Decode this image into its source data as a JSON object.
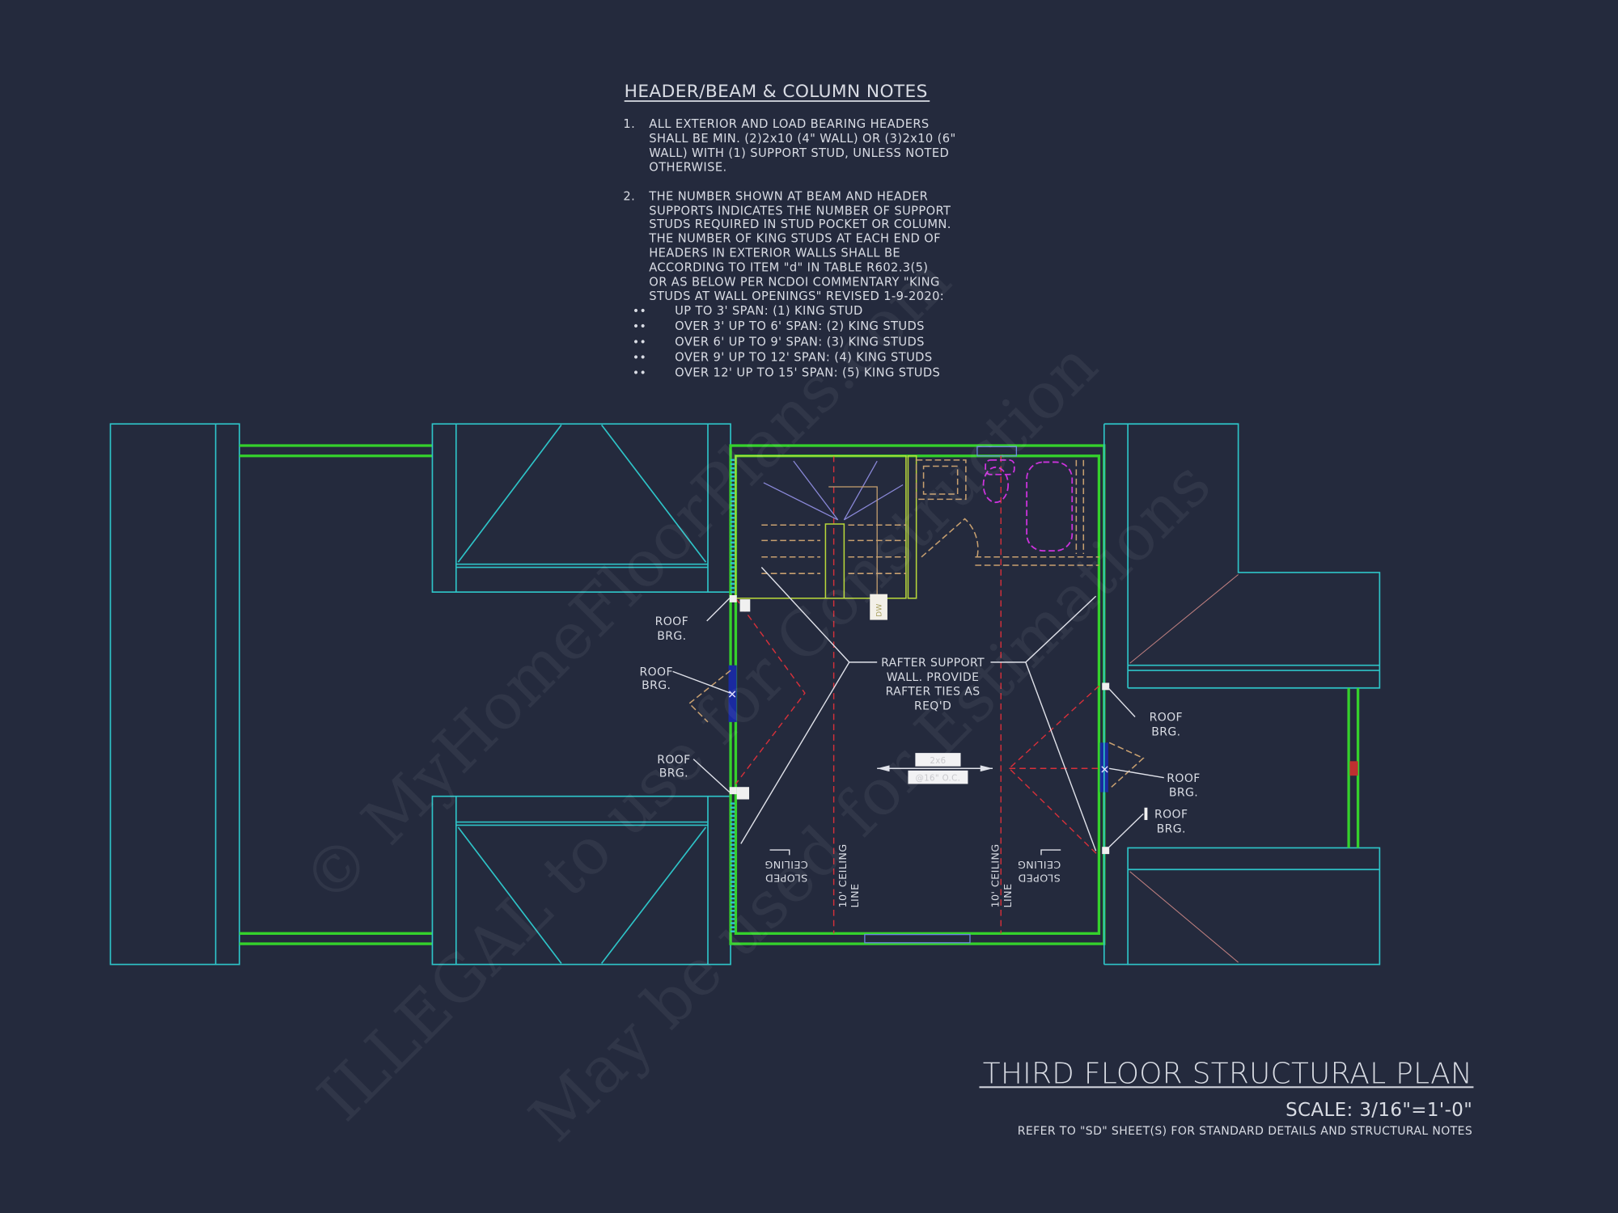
{
  "notes": {
    "title": "HEADER/BEAM & COLUMN NOTES",
    "items": [
      {
        "num": "1.",
        "lines": [
          "ALL EXTERIOR AND LOAD BEARING HEADERS",
          "SHALL BE MIN. (2)2x10 (4\" WALL) OR (3)2x10 (6\"",
          "WALL) WITH (1) SUPPORT STUD, UNLESS NOTED",
          "OTHERWISE."
        ]
      },
      {
        "num": "2.",
        "lines": [
          "THE NUMBER SHOWN AT BEAM AND HEADER",
          "SUPPORTS INDICATES THE NUMBER OF SUPPORT",
          "STUDS REQUIRED IN STUD POCKET OR COLUMN.",
          "THE NUMBER OF KING STUDS AT EACH END OF",
          "HEADERS IN EXTERIOR WALLS SHALL BE",
          "ACCORDING TO ITEM \"d\" IN TABLE R602.3(5)",
          "OR AS BELOW PER NCDOI COMMENTARY \"KING",
          "STUDS AT WALL OPENINGS\" REVISED 1-9-2020:"
        ]
      }
    ],
    "bullets": [
      "UP TO 3' SPAN: (1) KING STUD",
      "OVER 3' UP TO 6' SPAN: (2) KING STUDS",
      "OVER 6' UP TO 9' SPAN: (3) KING STUDS",
      "OVER 9' UP TO 12' SPAN: (4) KING STUDS",
      "OVER 12' UP TO 15' SPAN: (5) KING STUDS"
    ],
    "bullet_glyph": "••"
  },
  "plan": {
    "roof_brg_line1": "ROOF",
    "roof_brg_line2": "BRG.",
    "rafter_note": [
      "RAFTER SUPPORT",
      "WALL. PROVIDE",
      "RAFTER TIES AS",
      "REQ'D"
    ],
    "sloped_ceiling": [
      "SLOPED",
      "CEILING"
    ],
    "ceiling_line": [
      "10' CEILING",
      "LINE"
    ],
    "joist_size": "2x6",
    "joist_spacing": "@16\" O.C.",
    "dw_label": "DW"
  },
  "title_block": {
    "title": "THIRD FLOOR STRUCTURAL PLAN",
    "scale": "SCALE: 3/16\"=1'-0\"",
    "refer": "REFER TO \"SD\" SHEET(S) FOR STANDARD DETAILS AND STRUCTURAL NOTES"
  },
  "watermark": [
    "© MyHomeFloorPlans.com",
    "ILLEGAL to use for Construction",
    "May be used for Estimations"
  ],
  "colors": {
    "background": "#242a3d",
    "wall": "#35d12c",
    "outline": "#2ec4c8",
    "ceiling_line": "#d8303a",
    "fixture": "#cc33dd"
  }
}
